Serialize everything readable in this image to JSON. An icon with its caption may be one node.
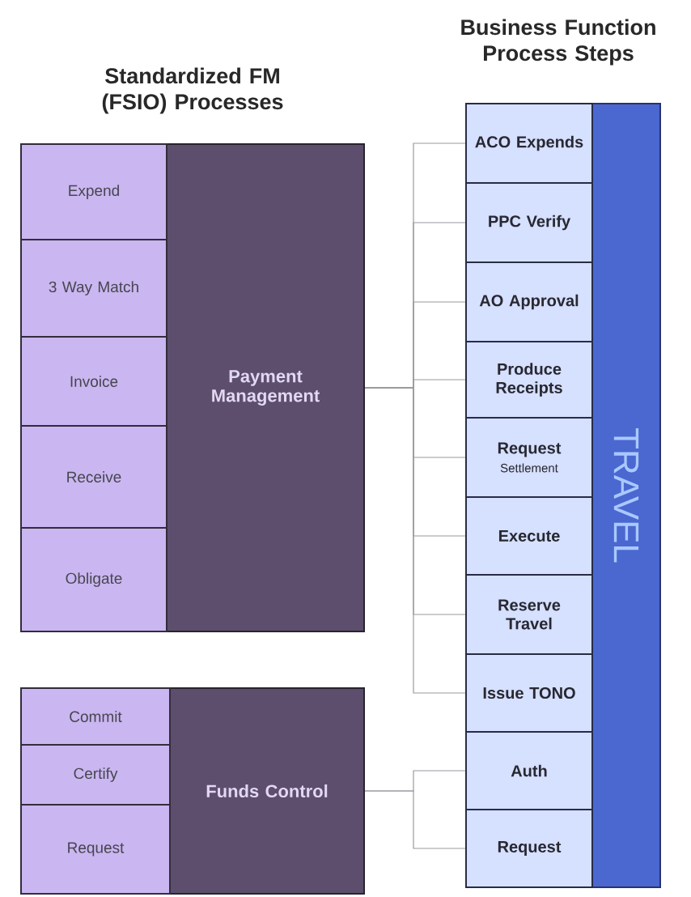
{
  "diagram": {
    "nodes": [
      {
        "text": [
          "Payment Management"
        ]
      },
      {
        "text": [
          "Expend"
        ]
      },
      {
        "text": [
          "3 Way Match"
        ]
      },
      {
        "text": [
          "Invoice"
        ]
      },
      {
        "text": [
          "Receive"
        ]
      },
      {
        "text": [
          "Obligate"
        ]
      },
      {
        "text": [
          "Funds Control"
        ]
      },
      {
        "text": [
          "Commit"
        ]
      },
      {
        "text": [
          "Certify"
        ]
      },
      {
        "text": [
          "Request"
        ]
      },
      {
        "text": [
          "TRAVEL"
        ]
      },
      {
        "text": [
          "ACO Expends"
        ]
      },
      {
        "text": [
          "PPC Verify"
        ]
      },
      {
        "text": [
          "AO Approval"
        ]
      },
      {
        "text": [
          "Produce Receipts"
        ]
      },
      {
        "text": [
          "Request",
          "Settlement"
        ]
      },
      {
        "text": [
          "Execute"
        ]
      },
      {
        "text": [
          "Reserve Travel"
        ]
      },
      {
        "text": [
          "Issue TONO"
        ]
      },
      {
        "text": [
          "Auth"
        ]
      },
      {
        "text": [
          "Request"
        ]
      }
    ],
    "edges": [
      {
        "from": 0,
        "to": 11,
        "arrow": "none"
      },
      {
        "from": 0,
        "to": 12,
        "arrow": "none"
      },
      {
        "from": 0,
        "to": 13,
        "arrow": "none"
      },
      {
        "from": 0,
        "to": 14,
        "arrow": "none"
      },
      {
        "from": 0,
        "to": 15,
        "arrow": "none"
      },
      {
        "from": 0,
        "to": 16,
        "arrow": "none"
      },
      {
        "from": 0,
        "to": 17,
        "arrow": "none"
      },
      {
        "from": 0,
        "to": 18,
        "arrow": "none"
      },
      {
        "from": 6,
        "to": 19,
        "arrow": "none"
      },
      {
        "from": 6,
        "to": 20,
        "arrow": "none"
      }
    ],
    "labels": [
      "Business Function Process Steps",
      "Standardized FM (FSIO) Processes"
    ]
  }
}
